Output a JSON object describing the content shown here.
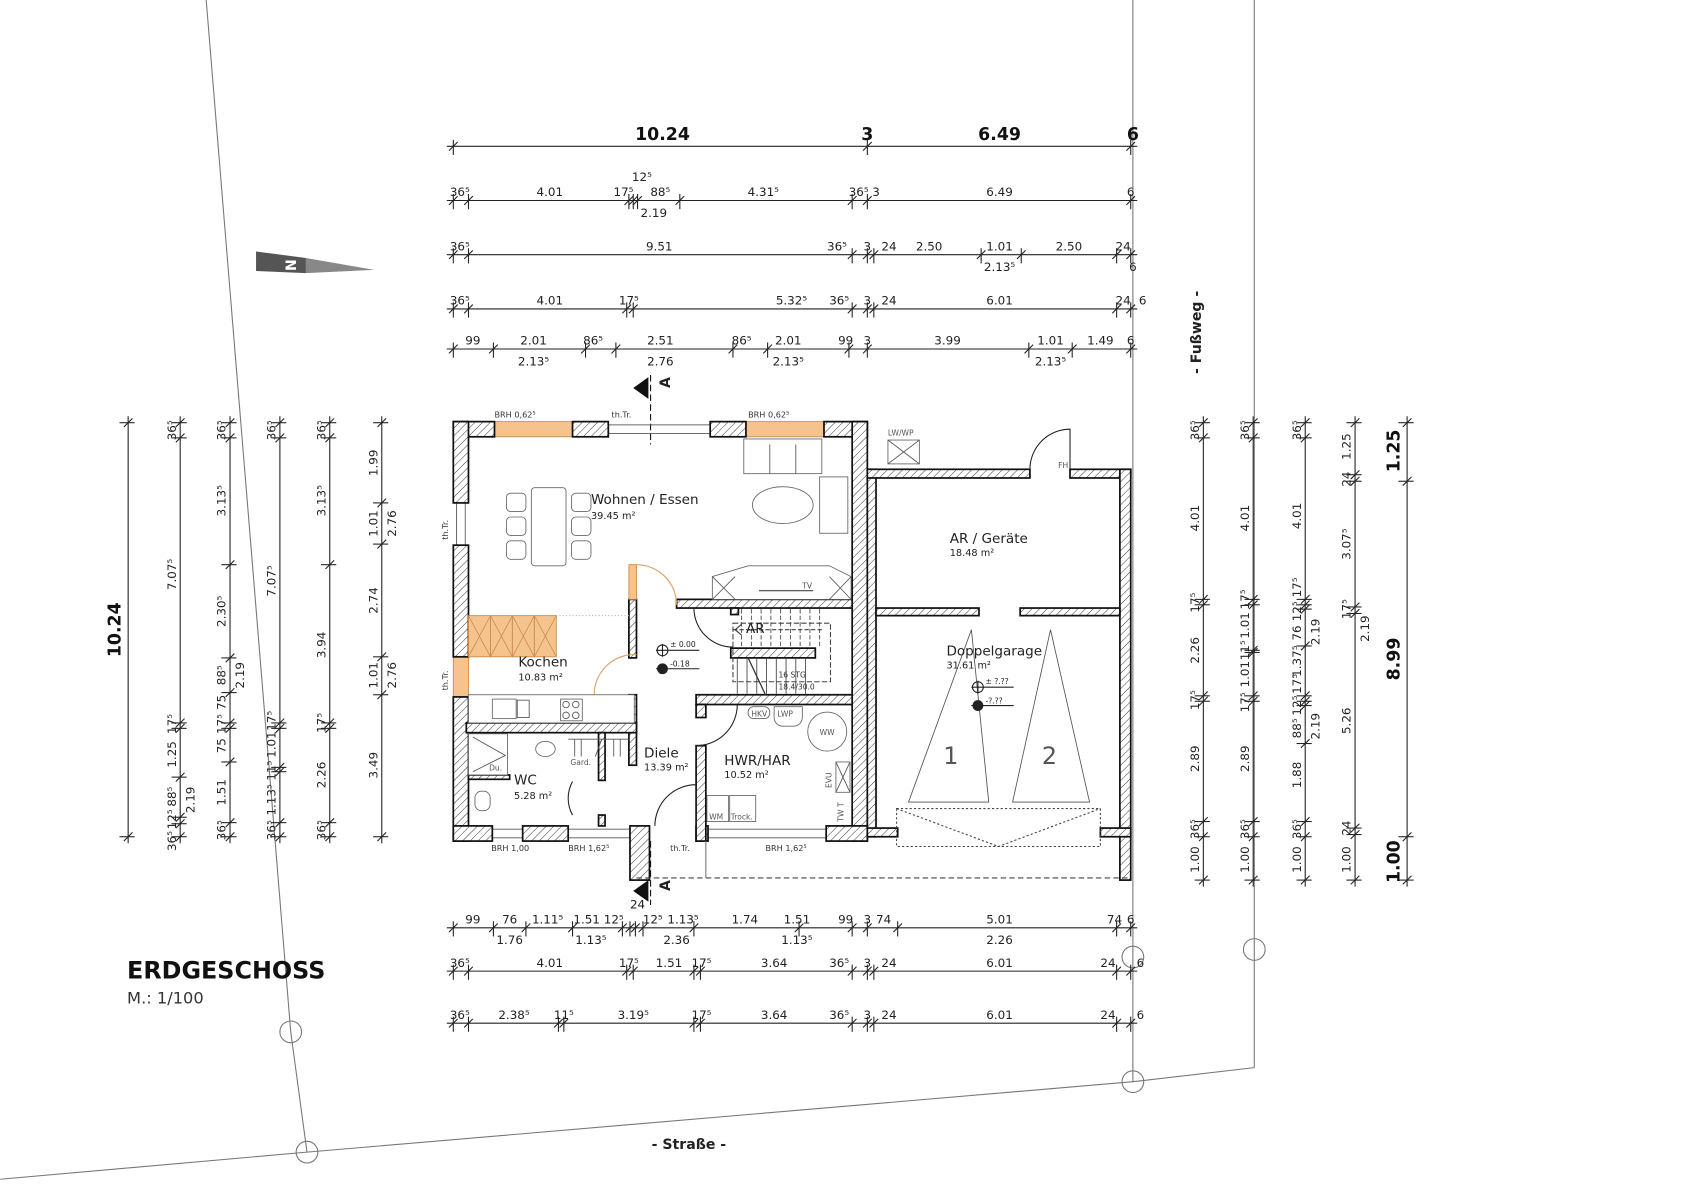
{
  "title": {
    "floor": "ERDGESCHOSS",
    "scale": "M.: 1/100"
  },
  "streets": {
    "east": "- Fußweg -",
    "south": "- Straße -"
  },
  "north_label": "N",
  "section_label": "A",
  "rooms": {
    "wohnen": {
      "name": "Wohnen / Essen",
      "area": "39.45 m²"
    },
    "kochen": {
      "name": "Kochen",
      "area": "10.83 m²"
    },
    "diele": {
      "name": "Diele",
      "area": "13.39 m²"
    },
    "wc": {
      "name": "WC",
      "area": "5.28 m²"
    },
    "hwr": {
      "name": "HWR/HAR",
      "area": "10.52 m²"
    },
    "ar_geraete": {
      "name": "AR / Geräte",
      "area": "18.48 m²"
    },
    "garage": {
      "name": "Doppelgarage",
      "area": "31.61 m²"
    }
  },
  "annotations": {
    "brh_top_left": "BRH 0,62⁵",
    "thtr_top": "th.Tr.",
    "brh_top_right": "BRH 0,62⁵",
    "thtr_left_top": "th.Tr.",
    "thtr_left_bottom": "th.Tr.",
    "brh_bottom_1": "BRH 1,00",
    "brh_bottom_2": "BRH 1,62⁵",
    "thtr_bottom": "th.Tr.",
    "brh_bottom_3": "BRH 1,62⁵",
    "ar": "AR",
    "stairs_count": "16 STG",
    "stairs_ratio": "18.4/30.0",
    "level_top": "± 0.00",
    "level_bottom": "-0.18",
    "tv": "TV",
    "hkv": "HKV",
    "lwp": "LWP",
    "ww": "WW",
    "evu": "EVU",
    "twt": "TW T",
    "wm": "WM",
    "trock": "Trock.",
    "du": "Du.",
    "gard": "Gard.",
    "lwwp": "LW/WP",
    "fh": "FH",
    "garage_level_top": "± ?.??",
    "garage_level_bottom": "-?.??",
    "car_1": "1",
    "car_2": "2"
  },
  "dims": {
    "top": [
      [
        "10.24",
        "3",
        "6.49",
        "6"
      ],
      [
        "36⁵",
        "4.01",
        "17⁵",
        "12⁵",
        "88⁵",
        "2.19",
        "4.31⁵",
        "36⁵",
        "3",
        "6.49",
        "6"
      ],
      [
        "36⁵",
        "9.51",
        "36⁵",
        "3",
        "24",
        "2.50",
        "1.01",
        "2.13⁵",
        "2.50",
        "24",
        "6"
      ],
      [
        "36⁵",
        "4.01",
        "17⁵",
        "5.32⁵",
        "36⁵",
        "3",
        "24",
        "6.01",
        "24",
        "6"
      ],
      [
        "99",
        "2.01",
        "2.13⁵",
        "86⁵",
        "2.51",
        "2.76",
        "86⁵",
        "2.01",
        "2.13⁵",
        "99",
        "3",
        "3.99",
        "1.01",
        "2.13⁵",
        "1.49",
        "6"
      ]
    ],
    "bottom": [
      [
        "99",
        "76",
        "1.11⁵",
        "1.51",
        "12⁵",
        "24",
        "12⁵",
        "1.13⁵",
        "1.74",
        "1.51",
        "99",
        "3",
        "74",
        "5.01",
        "74",
        "6",
        "1.76",
        "1.13⁵",
        "2.36",
        "1.13⁵",
        "2.26"
      ],
      [
        "36⁵",
        "4.01",
        "17⁵",
        "1.51",
        "17⁵",
        "3.64",
        "36⁵",
        "3",
        "24",
        "6.01",
        "24",
        "6"
      ],
      [
        "36⁵",
        "2.38⁵",
        "11⁵",
        "3.19⁵",
        "17⁵",
        "3.64",
        "36⁵",
        "3",
        "24",
        "6.01",
        "24",
        "6"
      ]
    ],
    "left": [
      [
        "10.24"
      ],
      [
        "36⁵",
        "7.07⁵",
        "17⁵",
        "1.25",
        "88⁵",
        "2.19",
        "12⁵",
        "36⁵"
      ],
      [
        "36⁵",
        "3.13⁵",
        "2.30⁵",
        "88⁵",
        "2.19",
        "75",
        "17⁵",
        "75",
        "1.51",
        "36⁵"
      ],
      [
        "36⁵",
        "7.07⁵",
        "17⁵",
        "1.01",
        "11⁵",
        "1.13⁵",
        "36⁵"
      ],
      [
        "36⁵",
        "3.13⁵",
        "3.94",
        "17⁵",
        "2.26",
        "36⁵"
      ],
      [
        "1.99",
        "1.01",
        "2.76",
        "2.74",
        "1.01",
        "2.76",
        "3.49"
      ]
    ],
    "right": [
      [
        "36⁵",
        "4.01",
        "17⁵",
        "2.26",
        "17⁵",
        "2.89",
        "36⁵",
        "1.00"
      ],
      [
        "36⁵",
        "4.01",
        "17⁵",
        "1.01",
        "11⁵",
        "1.01",
        "17⁵",
        "2.89",
        "36⁵",
        "1.00"
      ],
      [
        "36⁵",
        "4.01",
        "17⁵",
        "12⁵",
        "76",
        "2.19",
        "1.37⁵",
        "17⁵",
        "12⁵",
        "88⁵",
        "2.19",
        "1.88",
        "36⁵",
        "1.00"
      ],
      [
        "1.25",
        "24",
        "3.07⁵",
        "17⁵",
        "2.19",
        "5.26",
        "24",
        "1.00"
      ],
      [
        "1.25",
        "8.99",
        "1.00"
      ]
    ]
  },
  "colors": {
    "window_orange": "#f5c38e",
    "wall_stroke": "#111111",
    "property_line": "#777777"
  }
}
